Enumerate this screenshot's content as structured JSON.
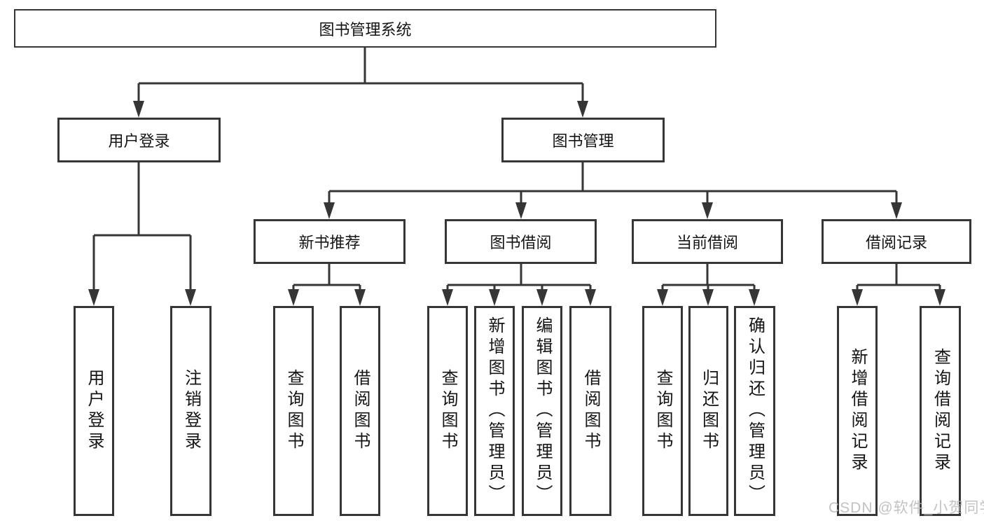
{
  "tree": {
    "root": "图书管理系统",
    "branches": [
      {
        "label": "用户登录",
        "children": [
          "用户登录",
          "注销登录"
        ]
      },
      {
        "label": "图书管理",
        "groups": [
          {
            "label": "新书推荐",
            "children": [
              "查询图书",
              "借阅图书"
            ]
          },
          {
            "label": "图书借阅",
            "children": [
              "查询图书",
              "新增图书（管理员）",
              "编辑图书（管理员）",
              "借阅图书"
            ]
          },
          {
            "label": "当前借阅",
            "children": [
              "查询图书",
              "归还图书",
              "确认归还（管理员）"
            ]
          },
          {
            "label": "借阅记录",
            "children": [
              "新增借阅记录",
              "查询借阅记录"
            ]
          }
        ]
      }
    ]
  },
  "watermark": {
    "text": "CSDN @软件_小贺同学"
  },
  "colors": {
    "line": "#363636",
    "text": "#141414",
    "background": "#ffffff",
    "watermark": "#b8b8b8"
  }
}
